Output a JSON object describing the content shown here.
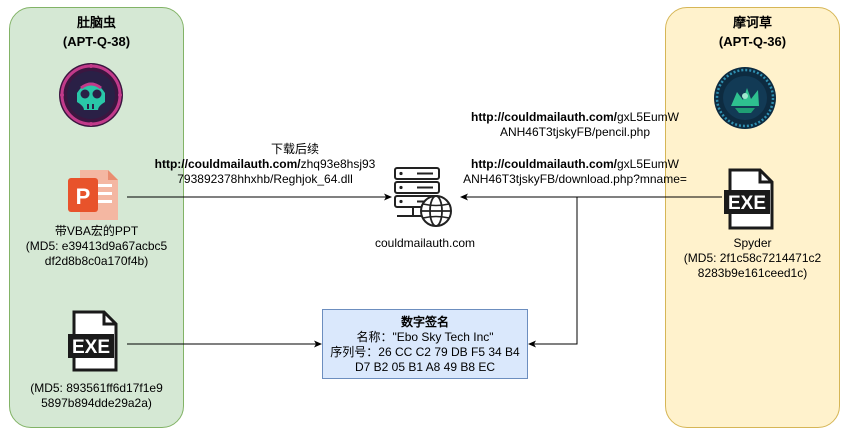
{
  "left_panel": {
    "name": "肚脑虫",
    "id": "(APT-Q-38)",
    "ppt_label": "带VBA宏的PPT",
    "ppt_md5_line1": "(MD5: e39413d9a67acbc5",
    "ppt_md5_line2": "df2d8b8c0a170f4b)",
    "exe_md5_line1": "(MD5: 893561ff6d17f1e9",
    "exe_md5_line2": "5897b894dde29a2a)",
    "exe_icon_text": "EXE"
  },
  "right_panel": {
    "name": "摩诃草",
    "id": "(APT-Q-36)",
    "exe_icon_text": "EXE",
    "file_label": "Spyder",
    "md5_line1": "(MD5: 2f1c58c7214471c2",
    "md5_line2": "8283b9e161ceed1c)"
  },
  "server": {
    "label": "couldmailauth.com"
  },
  "left_arrow": {
    "caption": "下载后续",
    "url_domain": "http://couldmailauth.com/",
    "url_rest1": "zhq93e8hsj93",
    "url_rest2": "793892378hhxhb/Reghjok_64.dll"
  },
  "right_urls": {
    "url1_domain": "http://couldmailauth.com/",
    "url1_rest1": "gxL5EumW",
    "url1_rest2": "ANH46T3tjskyFB/pencil.php",
    "url2_domain": "http://couldmailauth.com/",
    "url2_rest1": "gxL5EumW",
    "url2_rest2": "ANH46T3tjskyFB/download.php?mname="
  },
  "signature": {
    "title": "数字签名",
    "name_line": "名称：\"Ebo Sky Tech Inc\"",
    "serial_line1": "序列号：26 CC C2 79 DB F5 34 B4",
    "serial_line2": "D7 B2 05 B1 A8 49 B8 EC"
  },
  "colors": {
    "left_panel_fill": "#d5e8d4",
    "right_panel_fill": "#fff2cc",
    "signature_fill": "#dae8fc",
    "ppt_icon": "#e8532b"
  }
}
